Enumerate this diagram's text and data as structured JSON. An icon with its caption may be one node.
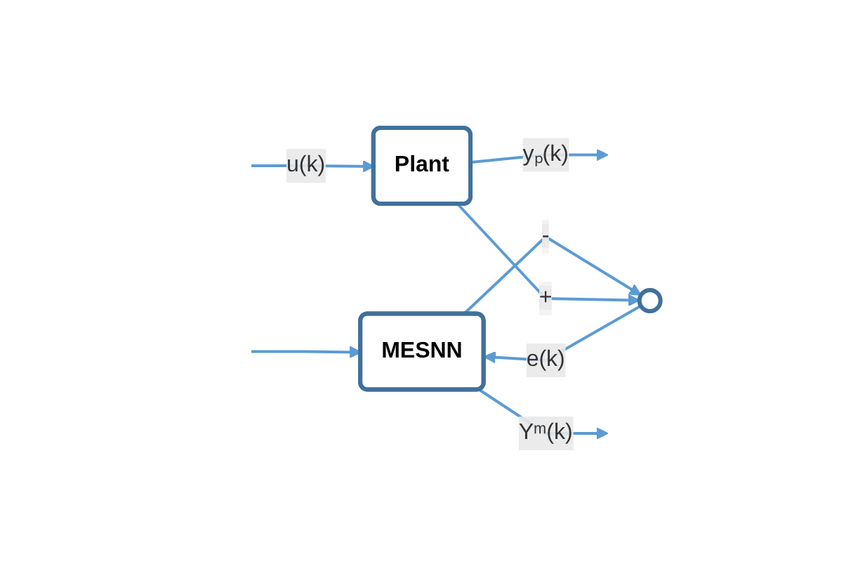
{
  "diagram": {
    "nodes": [
      {
        "text": [
          "MESNN"
        ]
      },
      {
        "text": [
          "Plant"
        ]
      },
      {
        "text": [],
        "shape": "circle"
      }
    ],
    "edges": [
      {
        "from": null,
        "to": 1,
        "arrow": "to",
        "label": "u(k)"
      },
      {
        "from": null,
        "to": 0,
        "arrow": "to"
      },
      {
        "from": 0,
        "to": null,
        "arrow": "to",
        "label": "Yᵐ(k)"
      },
      {
        "from": 0,
        "to": 2,
        "arrow": "to",
        "label": "-"
      },
      {
        "from": 1,
        "to": null,
        "arrow": "to",
        "label": "yₚ(k)"
      },
      {
        "from": 1,
        "to": 2,
        "arrow": "to",
        "label": "+"
      },
      {
        "from": 2,
        "to": 0,
        "arrow": "to",
        "label": "e(k)"
      }
    ]
  }
}
